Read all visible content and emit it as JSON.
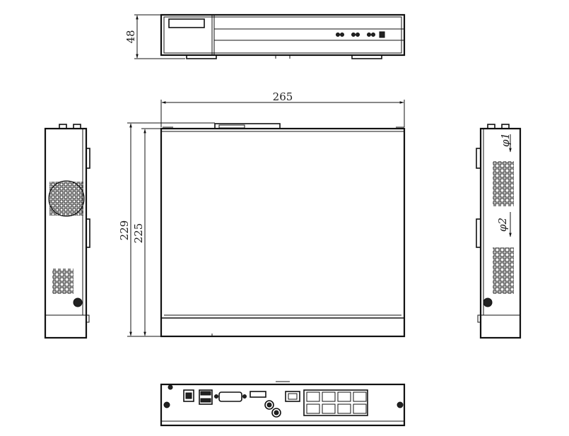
{
  "dimensions": {
    "height": "48",
    "width": "265",
    "depth_outer": "229",
    "depth_inner": "225",
    "hole_1": "φ1",
    "hole_2": "φ2"
  },
  "colors": {
    "line": "#111111",
    "background": "#ffffff"
  }
}
